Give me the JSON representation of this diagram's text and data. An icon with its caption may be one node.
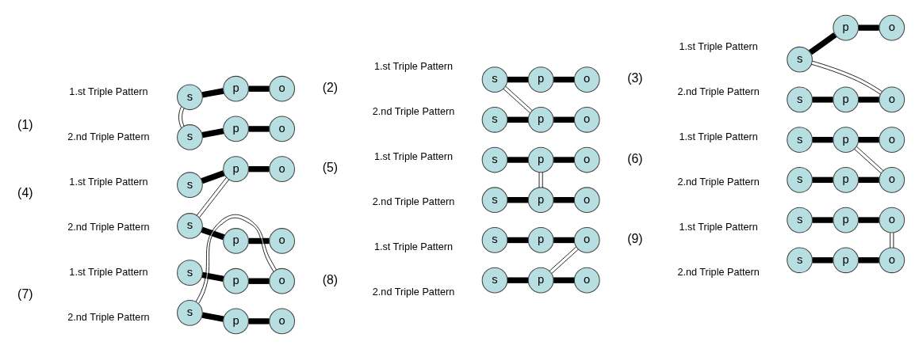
{
  "diagram": {
    "nodes": [
      {
        "text": [
          "s"
        ]
      },
      {
        "text": [
          "p"
        ]
      },
      {
        "text": [
          "o"
        ]
      },
      {
        "text": [
          "s"
        ]
      },
      {
        "text": [
          "p"
        ]
      },
      {
        "text": [
          "o"
        ]
      },
      {
        "text": [
          "s"
        ]
      },
      {
        "text": [
          "p"
        ]
      },
      {
        "text": [
          "o"
        ]
      },
      {
        "text": [
          "s"
        ]
      },
      {
        "text": [
          "p"
        ]
      },
      {
        "text": [
          "o"
        ]
      },
      {
        "text": [
          "s"
        ]
      },
      {
        "text": [
          "p"
        ]
      },
      {
        "text": [
          "o"
        ]
      },
      {
        "text": [
          "s"
        ]
      },
      {
        "text": [
          "p"
        ]
      },
      {
        "text": [
          "o"
        ]
      },
      {
        "text": [
          "s"
        ]
      },
      {
        "text": [
          "p"
        ]
      },
      {
        "text": [
          "o"
        ]
      },
      {
        "text": [
          "s"
        ]
      },
      {
        "text": [
          "p"
        ]
      },
      {
        "text": [
          "o"
        ]
      },
      {
        "text": [
          "s"
        ]
      },
      {
        "text": [
          "p"
        ]
      },
      {
        "text": [
          "o"
        ]
      },
      {
        "text": [
          "s"
        ]
      },
      {
        "text": [
          "p"
        ]
      },
      {
        "text": [
          "o"
        ]
      },
      {
        "text": [
          "s"
        ]
      },
      {
        "text": [
          "p"
        ]
      },
      {
        "text": [
          "o"
        ]
      },
      {
        "text": [
          "s"
        ]
      },
      {
        "text": [
          "p"
        ]
      },
      {
        "text": [
          "o"
        ]
      },
      {
        "text": [
          "s"
        ]
      },
      {
        "text": [
          "p"
        ]
      },
      {
        "text": [
          "o"
        ]
      },
      {
        "text": [
          "s"
        ]
      },
      {
        "text": [
          "p"
        ]
      },
      {
        "text": [
          "o"
        ]
      },
      {
        "text": [
          "s"
        ]
      },
      {
        "text": [
          "p"
        ]
      },
      {
        "text": [
          "o"
        ]
      },
      {
        "text": [
          "s"
        ]
      },
      {
        "text": [
          "p"
        ]
      },
      {
        "text": [
          "o"
        ]
      },
      {
        "text": [
          "s"
        ]
      },
      {
        "text": [
          "p"
        ]
      },
      {
        "text": [
          "o"
        ]
      },
      {
        "text": [
          "s"
        ]
      },
      {
        "text": [
          "p"
        ]
      },
      {
        "text": [
          "o"
        ]
      }
    ],
    "edges": [
      {
        "from": 0,
        "to": 1,
        "arrow": "none"
      },
      {
        "from": 1,
        "to": 2,
        "arrow": "none"
      },
      {
        "from": 3,
        "to": 4,
        "arrow": "none"
      },
      {
        "from": 4,
        "to": 5,
        "arrow": "none"
      },
      {
        "from": 0,
        "to": 3,
        "arrow": "none"
      },
      {
        "from": 6,
        "to": 7,
        "arrow": "none"
      },
      {
        "from": 7,
        "to": 8,
        "arrow": "none"
      },
      {
        "from": 9,
        "to": 10,
        "arrow": "none"
      },
      {
        "from": 10,
        "to": 11,
        "arrow": "none"
      },
      {
        "from": 6,
        "to": 10,
        "arrow": "none"
      },
      {
        "from": 12,
        "to": 13,
        "arrow": "none"
      },
      {
        "from": 13,
        "to": 14,
        "arrow": "none"
      },
      {
        "from": 15,
        "to": 16,
        "arrow": "none"
      },
      {
        "from": 16,
        "to": 17,
        "arrow": "none"
      },
      {
        "from": 12,
        "to": 17,
        "arrow": "none"
      },
      {
        "from": 18,
        "to": 19,
        "arrow": "none"
      },
      {
        "from": 19,
        "to": 20,
        "arrow": "none"
      },
      {
        "from": 21,
        "to": 22,
        "arrow": "none"
      },
      {
        "from": 22,
        "to": 23,
        "arrow": "none"
      },
      {
        "from": 19,
        "to": 21,
        "arrow": "none"
      },
      {
        "from": 24,
        "to": 25,
        "arrow": "none"
      },
      {
        "from": 25,
        "to": 26,
        "arrow": "none"
      },
      {
        "from": 27,
        "to": 28,
        "arrow": "none"
      },
      {
        "from": 28,
        "to": 29,
        "arrow": "none"
      },
      {
        "from": 25,
        "to": 28,
        "arrow": "none"
      },
      {
        "from": 30,
        "to": 31,
        "arrow": "none"
      },
      {
        "from": 31,
        "to": 32,
        "arrow": "none"
      },
      {
        "from": 33,
        "to": 34,
        "arrow": "none"
      },
      {
        "from": 34,
        "to": 35,
        "arrow": "none"
      },
      {
        "from": 31,
        "to": 35,
        "arrow": "none"
      },
      {
        "from": 36,
        "to": 37,
        "arrow": "none"
      },
      {
        "from": 37,
        "to": 38,
        "arrow": "none"
      },
      {
        "from": 39,
        "to": 40,
        "arrow": "none"
      },
      {
        "from": 40,
        "to": 41,
        "arrow": "none"
      },
      {
        "from": 38,
        "to": 39,
        "arrow": "none"
      },
      {
        "from": 42,
        "to": 43,
        "arrow": "none"
      },
      {
        "from": 43,
        "to": 44,
        "arrow": "none"
      },
      {
        "from": 45,
        "to": 46,
        "arrow": "none"
      },
      {
        "from": 46,
        "to": 47,
        "arrow": "none"
      },
      {
        "from": 44,
        "to": 46,
        "arrow": "none"
      },
      {
        "from": 48,
        "to": 49,
        "arrow": "none"
      },
      {
        "from": 49,
        "to": 50,
        "arrow": "none"
      },
      {
        "from": 51,
        "to": 52,
        "arrow": "none"
      },
      {
        "from": 52,
        "to": 53,
        "arrow": "none"
      },
      {
        "from": 50,
        "to": 53,
        "arrow": "none"
      }
    ],
    "labels": [
      "(1)",
      "1.st Triple Pattern",
      "2.nd Triple Pattern",
      "(2)",
      "1.st Triple Pattern",
      "2.nd Triple Pattern",
      "(3)",
      "1.st Triple Pattern",
      "2.nd Triple Pattern",
      "(4)",
      "1.st Triple Pattern",
      "2.nd Triple Pattern",
      "(5)",
      "1.st Triple Pattern",
      "2.nd Triple Pattern",
      "(6)",
      "1.st Triple Pattern",
      "2.nd Triple Pattern",
      "(7)",
      "1.st Triple Pattern",
      "2.nd Triple Pattern",
      "(8)",
      "1.st Triple Pattern",
      "2.nd Triple Pattern",
      "(9)",
      "1.st Triple Pattern",
      "2.nd Triple Pattern"
    ]
  }
}
